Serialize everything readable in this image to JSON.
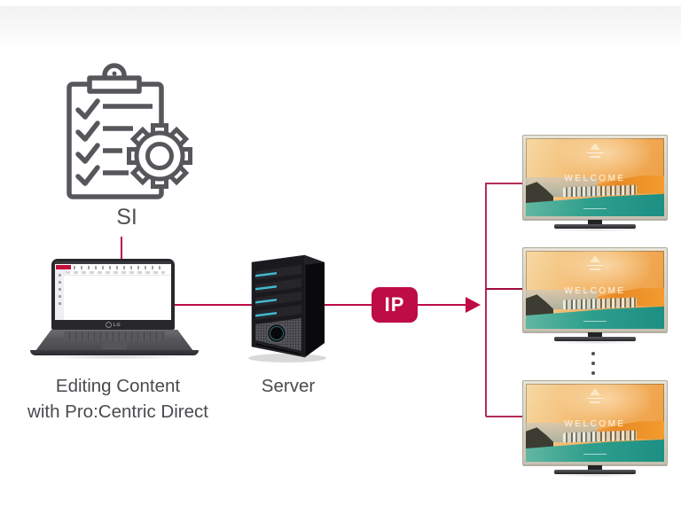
{
  "colors": {
    "accent_crimson": "#BE0C45",
    "branch_line": "#B42D56",
    "stub_dark": "#A00D3F",
    "text_gray": "#4A4A4F",
    "icon_outline_gray": "#57575B",
    "teal_led": "#41B9CE",
    "laptop_screen_accent_red": "#C2103E"
  },
  "labels": {
    "si": "SI",
    "editing_line1": "Editing Content",
    "editing_line2": "with Pro:Centric Direct",
    "server": "Server",
    "ip_badge": "IP"
  },
  "laptop": {
    "brand": "LG"
  },
  "tvs": [
    {
      "welcome_text": "WELCOME"
    },
    {
      "welcome_text": "WELCOME"
    },
    {
      "welcome_text": "WELCOME"
    }
  ],
  "icons": {
    "si_icon": "clipboard-checklist-with-gear",
    "server_icon": "server-tower",
    "more_displays": "vertical-ellipsis-dots"
  }
}
